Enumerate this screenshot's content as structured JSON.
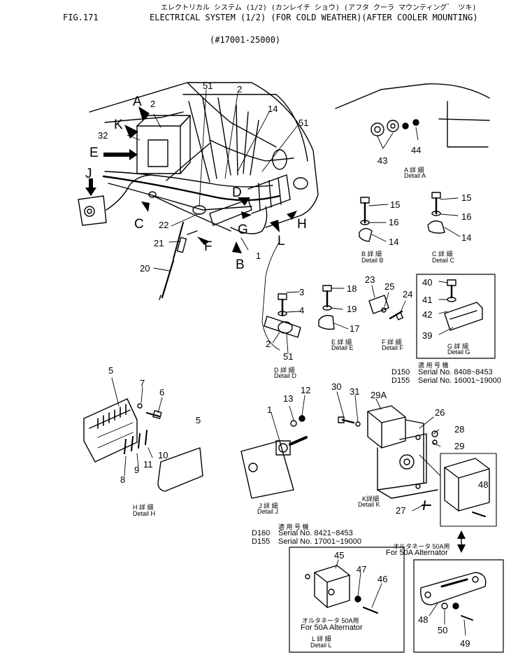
{
  "header": {
    "fig": "FIG.171",
    "title_jp": "エレクトリカル システム (1/2) (カンレイチ ショウ) (アフタ クーラ マウンティング゛ ツキ)",
    "title": "ELECTRICAL SYSTEM (1/2) (FOR COLD WEATHER)(AFTER COOLER MOUNTING)",
    "serial": "(#17001-25000)"
  },
  "details": {
    "a": {
      "jp": "A 詳 細",
      "en": "Detail A"
    },
    "b": {
      "jp": "B 詳 細",
      "en": "Detail B"
    },
    "c": {
      "jp": "C 詳 細",
      "en": "Detail C"
    },
    "d": {
      "jp": "D 詳 細",
      "en": "Detail D"
    },
    "e": {
      "jp": "E 詳 細",
      "en": "Detail E"
    },
    "f": {
      "jp": "F 詳 細",
      "en": "Detail F"
    },
    "g": {
      "jp": "G 詳 細",
      "en": "Detail G"
    },
    "h": {
      "jp": "H 詳 細",
      "en": "Detail H"
    },
    "j": {
      "jp": "J 詳 細",
      "en": "Detail J"
    },
    "k": {
      "jp": "K詳細",
      "en": "Detail K"
    },
    "l": {
      "jp": "L 詳 細",
      "en": "Detail L"
    }
  },
  "serials": {
    "g_head": "適 用 号 機",
    "g1_model": "D150",
    "g1_text": "Serial No. 8408~8453",
    "g2_model": "D155",
    "g2_text": "Serial No. 16001~19000",
    "j_head": "適 用 号 機",
    "j1_model": "D160",
    "j1_text": "Serial No. 8421~8453",
    "j2_model": "D155",
    "j2_text": "Serial No. 17001~19000"
  },
  "alternator": {
    "k_jp": "オルタネータ 50A用",
    "k_en": "For 50A Alternator",
    "l_jp": "オルタネータ 50A用",
    "l_en": "For 50A Alternator"
  },
  "callouts": {
    "A": "A",
    "K": "K",
    "E": "E",
    "J": "J",
    "C": "C",
    "D": "D",
    "G": "G",
    "H": "H",
    "L": "L",
    "F": "F",
    "B": "B"
  },
  "parts": {
    "p1": "1",
    "p2": "2",
    "p3": "3",
    "p4": "4",
    "p5": "5",
    "p6": "6",
    "p7": "7",
    "p8": "8",
    "p9": "9",
    "p10": "10",
    "p11": "11",
    "p12": "12",
    "p13": "13",
    "p14": "14",
    "p15": "15",
    "p16": "16",
    "p17": "17",
    "p18": "18",
    "p19": "19",
    "p20": "20",
    "p21": "21",
    "p22": "22",
    "p23": "23",
    "p24": "24",
    "p25": "25",
    "p26": "26",
    "p27": "27",
    "p28": "28",
    "p29": "29",
    "p29a": "29A",
    "p30": "30",
    "p31": "31",
    "p32": "32",
    "p39": "39",
    "p40": "40",
    "p41": "41",
    "p42": "42",
    "p43": "43",
    "p44": "44",
    "p45": "45",
    "p46": "46",
    "p47": "47",
    "p48": "48",
    "p49": "49",
    "p50": "50",
    "p51": "51"
  }
}
